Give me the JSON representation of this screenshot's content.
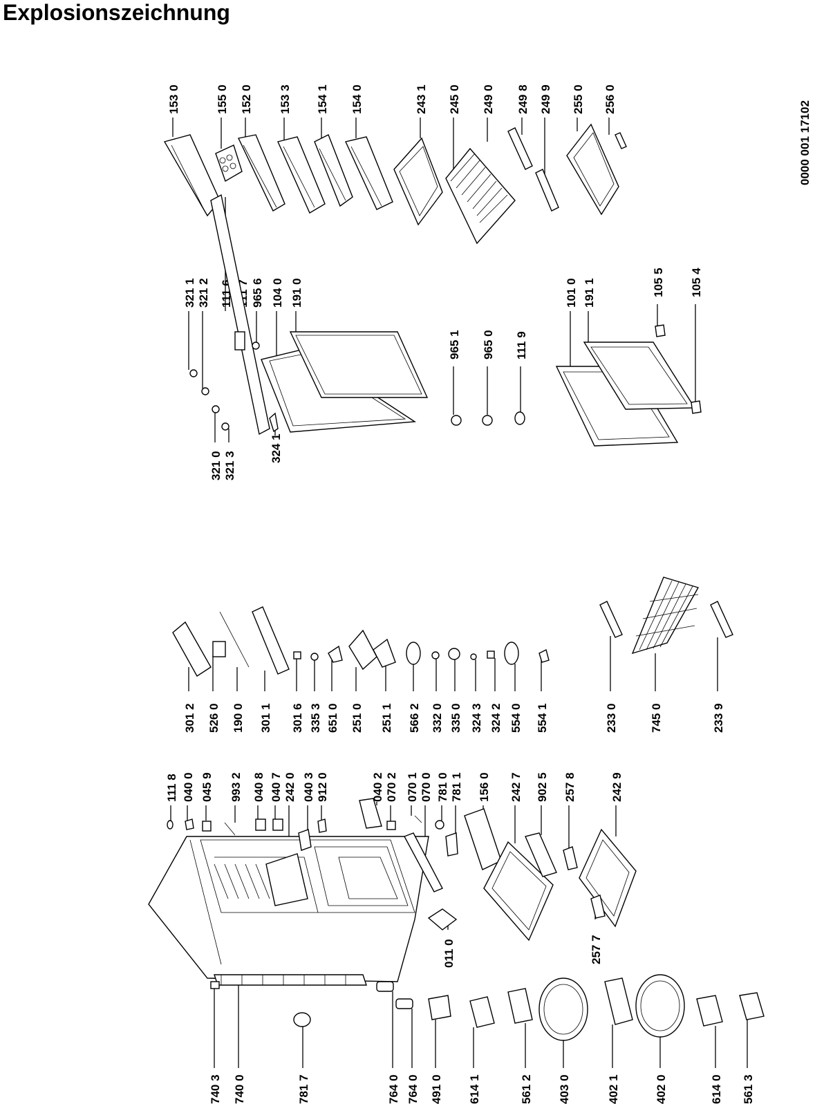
{
  "title": "Explosionszeichnung",
  "document_number": "0000 001 17102",
  "labels": [
    "153 0",
    "155 0",
    "152 0",
    "153 3",
    "154 1",
    "154 0",
    "243 1",
    "245 0",
    "249 0",
    "249 8",
    "249 9",
    "255 0",
    "256 0",
    "321 1",
    "321 2",
    "111 6",
    "111 7",
    "965 6",
    "104 0",
    "191 0",
    "321 0",
    "321 3",
    "324 1",
    "965 1",
    "965 0",
    "111 9",
    "101 0",
    "191 1",
    "105 5",
    "105 4",
    "301 2",
    "526 0",
    "190 0",
    "301 1",
    "301 6",
    "335 3",
    "651 0",
    "251 0",
    "251 1",
    "566 2",
    "332 0",
    "335 0",
    "324 3",
    "324 2",
    "554 0",
    "554 1",
    "233 0",
    "745 0",
    "233 9",
    "111 8",
    "040 0",
    "045 9",
    "993 2",
    "040 8",
    "040 7",
    "242 0",
    "040 3",
    "912 0",
    "040 2",
    "070 2",
    "070 1",
    "070 0",
    "781 0",
    "781 1",
    "156 0",
    "242 7",
    "902 5",
    "257 8",
    "242 9",
    "011 0",
    "257 7",
    "740 3",
    "740 0",
    "781 7",
    "764 0",
    "764 0",
    "491 0",
    "614 1",
    "561 2",
    "403 0",
    "402 1",
    "402 0",
    "614 0",
    "561 3"
  ]
}
